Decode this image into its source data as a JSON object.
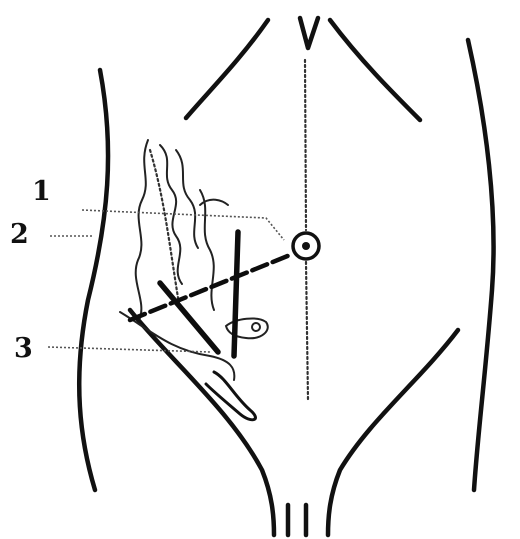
{
  "figure": {
    "labels": [
      "1",
      "2",
      "3"
    ]
  }
}
